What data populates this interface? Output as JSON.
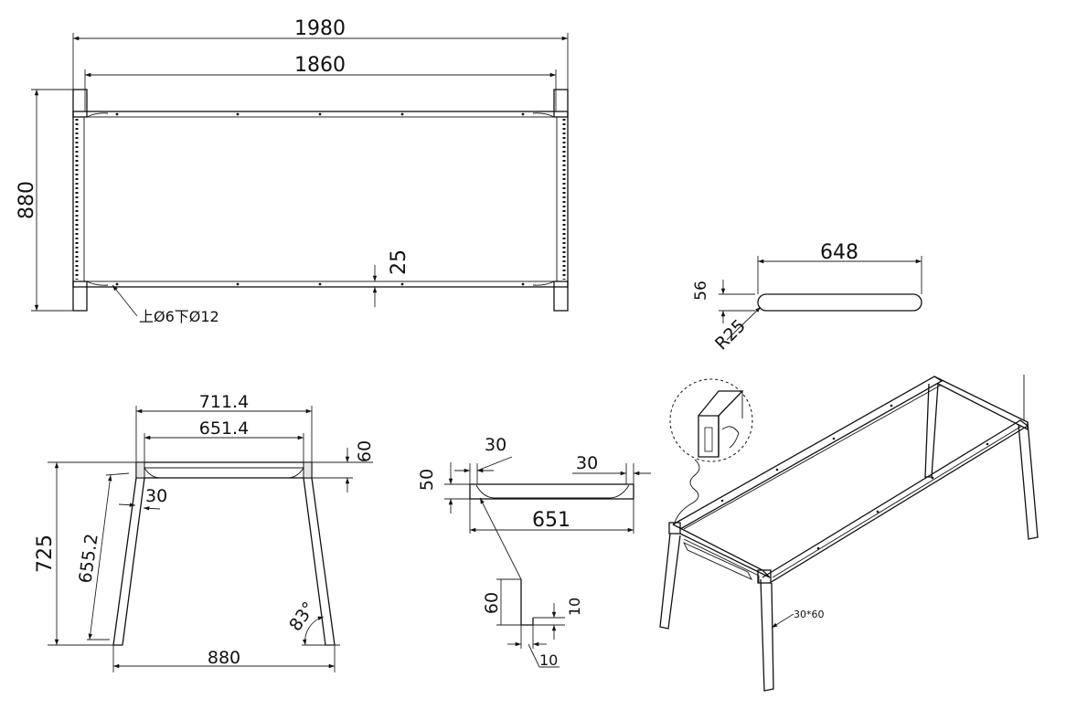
{
  "dims": {
    "overall_length": "1980",
    "inner_length": "1860",
    "depth": "880",
    "inset": "25",
    "hole_note": "上Ø6下Ø12",
    "crossbar_length": "648",
    "crossbar_height": "56",
    "crossbar_radius": "R25",
    "top_width": "711.4",
    "inner_width": "651.4",
    "beam_height": "60",
    "leg_offset": "30",
    "height": "725",
    "leg_length": "655.2",
    "angle": "83°",
    "bottom_width": "880",
    "beam_depth": "50",
    "left_margin": "30",
    "right_margin": "30",
    "beam_length": "651",
    "profile_height": "60",
    "profile_tab": "10",
    "profile_wall": "10",
    "tube_size": "30*60"
  }
}
